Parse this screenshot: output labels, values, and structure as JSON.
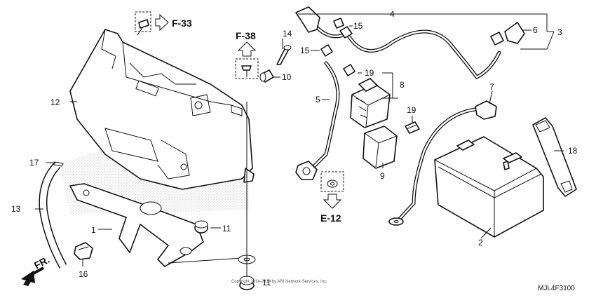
{
  "diagram": {
    "code": "MJL4F3100",
    "copyright": "Copyright 2014-2014 by ARI Network Services, Inc.",
    "callouts": [
      {
        "id": "c1",
        "text": "1"
      },
      {
        "id": "c2",
        "text": "2"
      },
      {
        "id": "c3",
        "text": "3"
      },
      {
        "id": "c4",
        "text": "4"
      },
      {
        "id": "c5",
        "text": "5"
      },
      {
        "id": "c6",
        "text": "6"
      },
      {
        "id": "c7",
        "text": "7"
      },
      {
        "id": "c8",
        "text": "8"
      },
      {
        "id": "c9",
        "text": "9"
      },
      {
        "id": "c10",
        "text": "10"
      },
      {
        "id": "c11a",
        "text": "11"
      },
      {
        "id": "c11b",
        "text": "11"
      },
      {
        "id": "c12",
        "text": "12"
      },
      {
        "id": "c13",
        "text": "13"
      },
      {
        "id": "c14",
        "text": "14"
      },
      {
        "id": "c15a",
        "text": "15"
      },
      {
        "id": "c15b",
        "text": "15"
      },
      {
        "id": "c16",
        "text": "16"
      },
      {
        "id": "c17",
        "text": "17"
      },
      {
        "id": "c18",
        "text": "18"
      },
      {
        "id": "c19a",
        "text": "19"
      },
      {
        "id": "c19b",
        "text": "19"
      }
    ],
    "references": {
      "f33": "F-33",
      "f38": "F-38",
      "e12": "E-12",
      "fr": "FR."
    }
  }
}
